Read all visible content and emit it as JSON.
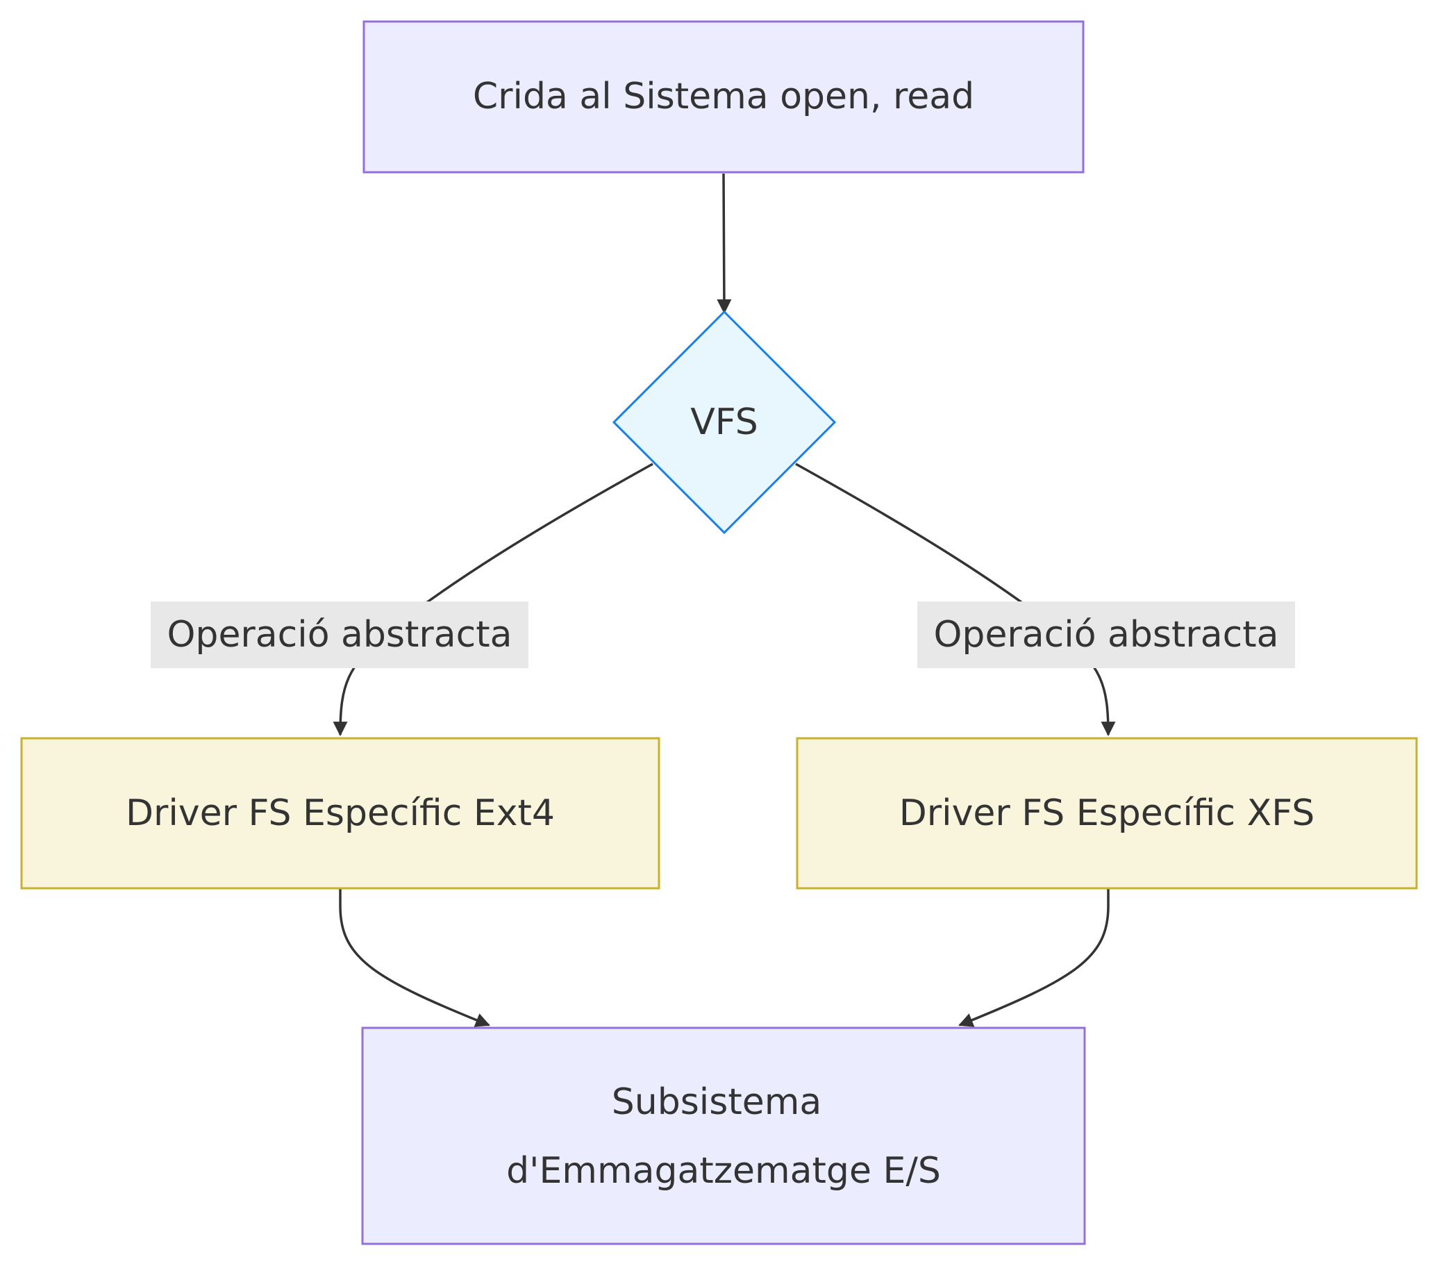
{
  "nodes": {
    "syscall": {
      "label": "Crida al Sistema open, read"
    },
    "vfs": {
      "label": "VFS"
    },
    "ext4": {
      "label": "Driver FS Específic Ext4"
    },
    "xfs": {
      "label": "Driver FS Específic XFS"
    },
    "storage": {
      "label_line1": "Subsistema",
      "label_line2": "d'Emmagatzematge E/S"
    }
  },
  "edges": {
    "vfs_to_ext4": {
      "label": "Operació abstracta"
    },
    "vfs_to_xfs": {
      "label": "Operació abstracta"
    }
  },
  "colors": {
    "default_fill": "#ECECFF",
    "default_stroke": "#9370DB",
    "vfs_fill": "#E8F6FD",
    "vfs_stroke": "#1A7FE8",
    "driver_fill": "#F9F5DC",
    "driver_stroke": "#C9B12C",
    "edge_stroke": "#333333",
    "edge_label_bg": "#E8E8E8"
  }
}
